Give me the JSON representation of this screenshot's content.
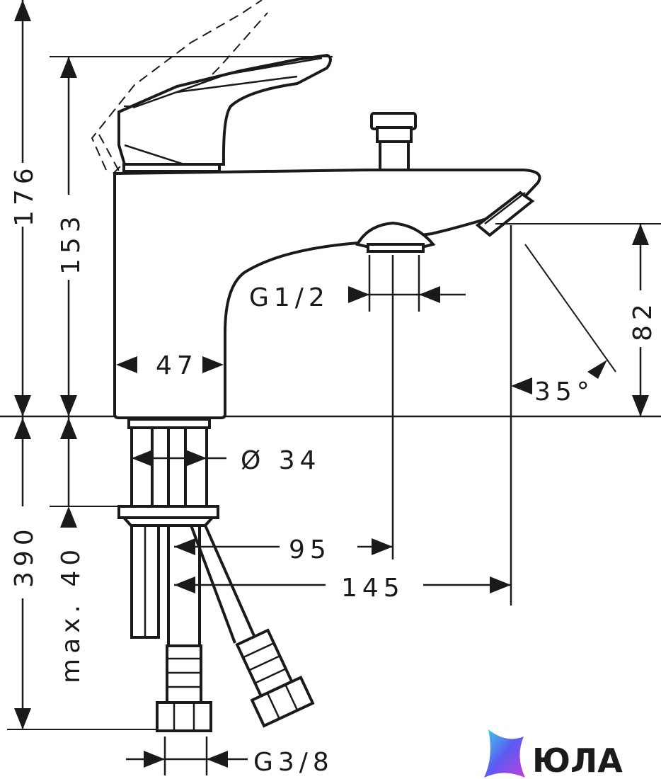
{
  "dimensions": {
    "total_height": "176",
    "body_height": "153",
    "spout_height": "82",
    "angle": "35°",
    "outlet_thread": "G1/2",
    "body_diameter": "47",
    "shank_diameter": "Ø 34",
    "below_deck": "390",
    "max_thickness": "max. 40",
    "outlet_offset": "95",
    "spout_reach": "145",
    "hose_thread": "G3/8"
  },
  "brand": {
    "name": "ЮЛА",
    "colors": [
      "#3fd1e8",
      "#5b5bf0",
      "#c43ee0"
    ]
  }
}
